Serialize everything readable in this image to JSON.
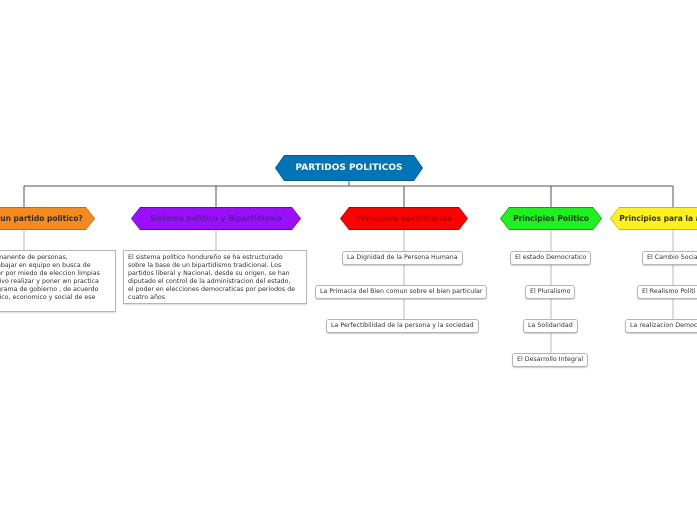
{
  "root": {
    "label": "PARTIDOS POLITICOS",
    "color": "#0074b7",
    "text_color": "#ffffff"
  },
  "branches": [
    {
      "label": "un partido politico?",
      "color": "#f58a1f",
      "border": "#c96a0e",
      "text_color": "#2b2b2b",
      "note": "manente de personas,\nabajar en equipo en busca de\ner por miedo de eleccion limpias\ntivo realizar y poner wn practica\ngrama de gobierno , de acuerdo\ntico, economico y social de ese",
      "children": []
    },
    {
      "label": "Sistema político y Bipartidismo",
      "color": "#9b0fff",
      "border": "#6d00c0",
      "text_color": "#5c1f9e",
      "note": "El sistema político hondureño se ha estructurado\nsobre la base de un bipartidismo tradicional. Los\npartidos liberal y Nacional, desde su origen, se  han\ndiputado el control de la administracion del estado,\nel poder  en elecciones democraticas por periodos de\ncuatro años",
      "children": []
    },
    {
      "label": "Principios doctrinarios",
      "color": "#ff0000",
      "border": "#b30000",
      "text_color": "#b30000",
      "note": "",
      "children": [
        "La Dignidad de la Persona Humana",
        "La Primacia del Bien comun sobre el bien particular",
        "La Perfectibilidad de la persona y la sociedad"
      ]
    },
    {
      "label": "Principios Politico",
      "color": "#1ff020",
      "border": "#0ea00f",
      "text_color": "#1a3a1a",
      "note": "",
      "children": [
        "El estado Democratico",
        "El Pluralismo",
        "La Solidaridad",
        "El Desarrollo Integral"
      ]
    },
    {
      "label": "Principios para la a",
      "color": "#fff01f",
      "border": "#c9b800",
      "text_color": "#3a3300",
      "note": "",
      "children": [
        "El Cambio Social",
        "El Realismo Politi",
        "La realizacion Democ"
      ]
    }
  ]
}
